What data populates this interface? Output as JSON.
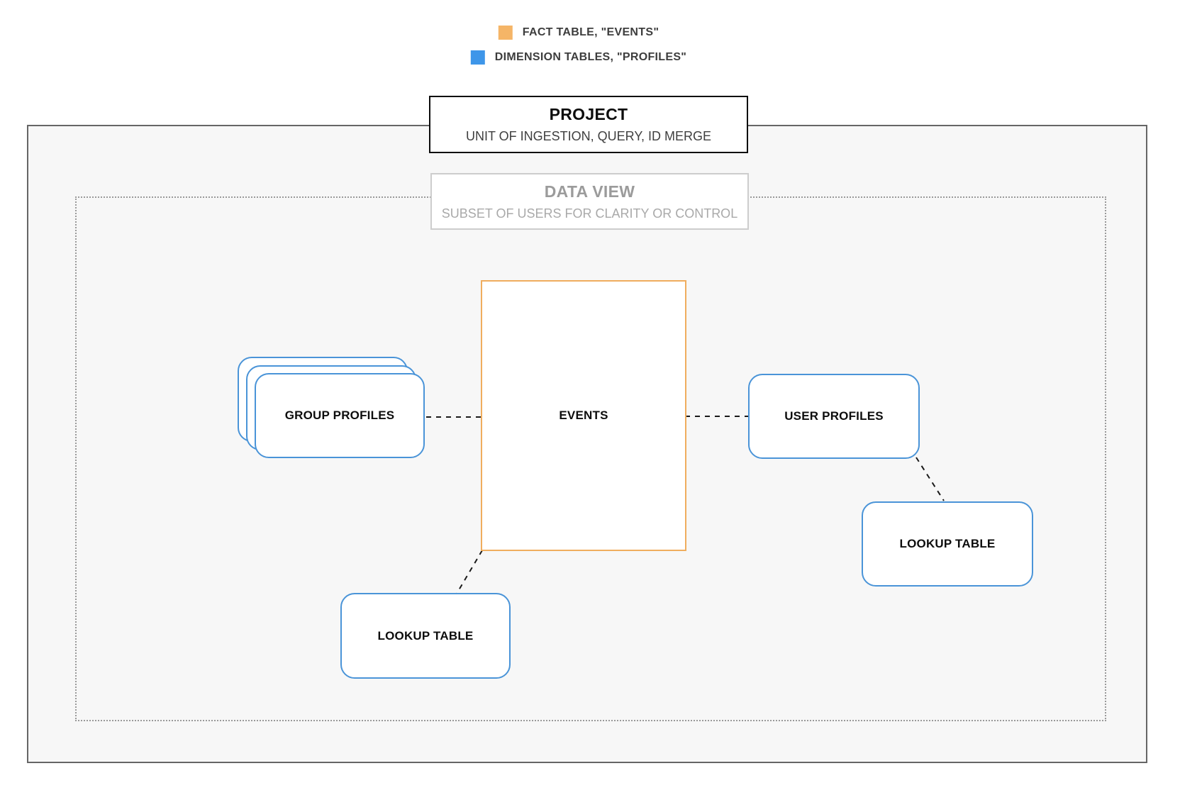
{
  "legend": {
    "items": [
      {
        "name": "fact-table",
        "label": "FACT TABLE, \"EVENTS\"",
        "color": "#f5b567"
      },
      {
        "name": "dimension-tables",
        "label": "DIMENSION TABLES, \"PROFILES\"",
        "color": "#3e96e9"
      }
    ]
  },
  "containers": {
    "project": {
      "title": "PROJECT",
      "subtitle": "UNIT OF INGESTION, QUERY, ID MERGE"
    },
    "data_view": {
      "title": "DATA VIEW",
      "subtitle": "SUBSET OF USERS FOR CLARITY OR CONTROL"
    }
  },
  "nodes": {
    "events": {
      "label": "EVENTS",
      "type": "fact"
    },
    "group_profiles": {
      "label": "GROUP PROFILES",
      "type": "dimension"
    },
    "user_profiles": {
      "label": "USER PROFILES",
      "type": "dimension"
    },
    "lookup_table_right": {
      "label": "LOOKUP TABLE",
      "type": "dimension"
    },
    "lookup_table_bottom": {
      "label": "LOOKUP TABLE",
      "type": "dimension"
    }
  },
  "colors": {
    "fact_accent": "#f5b567",
    "fact_border": "#f0ad5e",
    "dimension_accent": "#3e96e9",
    "dimension_border": "#4a94d8",
    "connector": "#1a1a1a",
    "outer_border": "#666666",
    "inner_dotted_border": "#9a9a9a"
  }
}
